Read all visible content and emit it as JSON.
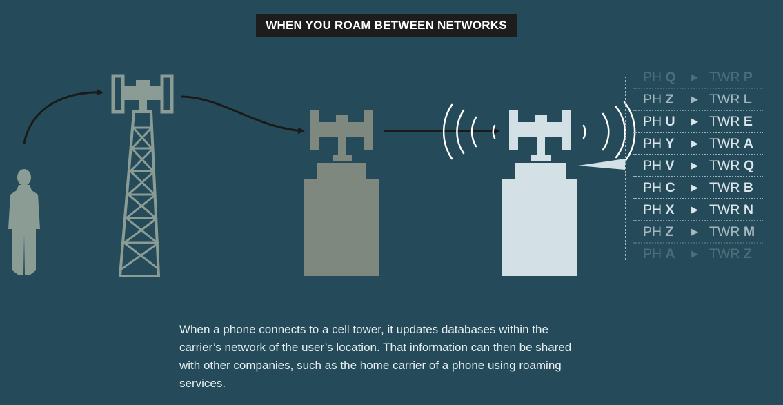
{
  "header": {
    "title": "WHEN YOU ROAM BETWEEN NETWORKS"
  },
  "database": {
    "arrow_glyph": "▶",
    "rows": [
      {
        "ph_label": "PH",
        "ph_id": "Q",
        "twr_label": "TWR",
        "twr_id": "P",
        "opacity": 0.22
      },
      {
        "ph_label": "PH",
        "ph_id": "Z",
        "twr_label": "TWR",
        "twr_id": "L",
        "opacity": 0.7
      },
      {
        "ph_label": "PH",
        "ph_id": "U",
        "twr_label": "TWR",
        "twr_id": "E",
        "opacity": 1
      },
      {
        "ph_label": "PH",
        "ph_id": "Y",
        "twr_label": "TWR",
        "twr_id": "A",
        "opacity": 1
      },
      {
        "ph_label": "PH",
        "ph_id": "V",
        "twr_label": "TWR",
        "twr_id": "Q",
        "opacity": 1
      },
      {
        "ph_label": "PH",
        "ph_id": "C",
        "twr_label": "TWR",
        "twr_id": "B",
        "opacity": 1
      },
      {
        "ph_label": "PH",
        "ph_id": "X",
        "twr_label": "TWR",
        "twr_id": "N",
        "opacity": 1
      },
      {
        "ph_label": "PH",
        "ph_id": "Z",
        "twr_label": "TWR",
        "twr_id": "M",
        "opacity": 0.7
      },
      {
        "ph_label": "PH",
        "ph_id": "A",
        "twr_label": "TWR",
        "twr_id": "Z",
        "opacity": 0.22
      }
    ]
  },
  "caption": {
    "text": "When a phone connects to a cell tower, it updates databases within the carrier’s network of the user’s location. That information can then be shared with other companies, such as the home carrier of a phone using roaming services."
  },
  "colors": {
    "background": "#254b5a",
    "figure": "#8a9c94",
    "tower": "#8a9c94",
    "carrier_building": "#7f887e",
    "home_building": "#d3e0e6",
    "arrow": "#1a1a1a",
    "signal": "#ffffff",
    "title_bg": "#1d1d1d"
  }
}
